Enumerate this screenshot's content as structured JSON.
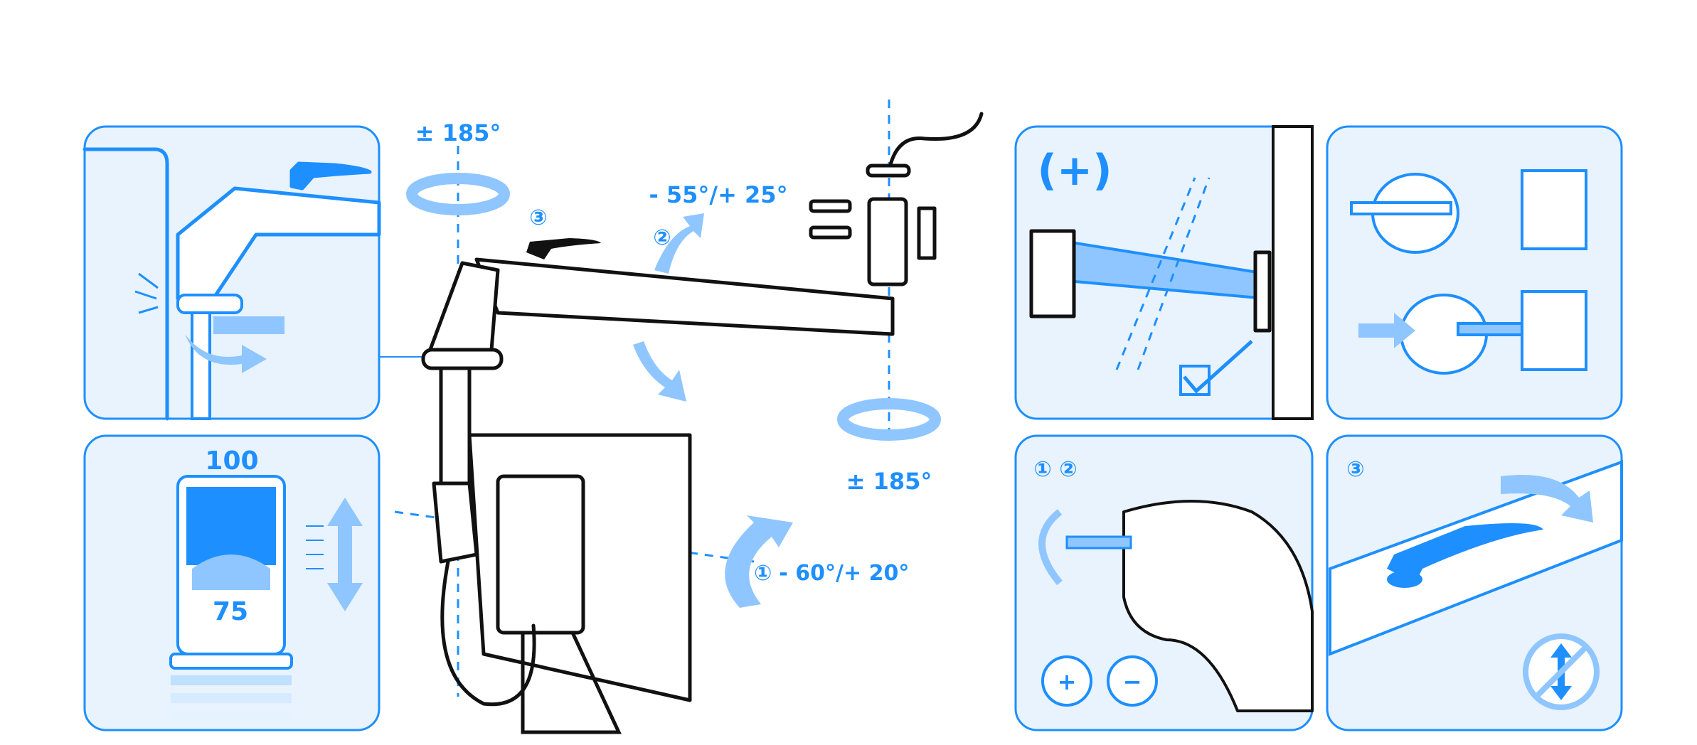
{
  "labels": {
    "top_rotation": "± 185°",
    "arm_tilt": "- 55°/+ 25°",
    "step_1": "①",
    "step_2": "②",
    "step_3": "③",
    "bottom_rotation": "± 185°",
    "monitor_tilt": "- 60°/+ 20°"
  },
  "panels": {
    "vesa": {
      "width_label": "100",
      "height_label": "75"
    },
    "extension": {
      "plus_label": "(+)"
    },
    "tension": {
      "steps_label": "① ②"
    },
    "lever": {
      "step_label": "③"
    }
  },
  "colors": {
    "accent": "#1e8fff",
    "light_accent": "#8fc6ff",
    "panel_bg": "#e8f3fe"
  }
}
